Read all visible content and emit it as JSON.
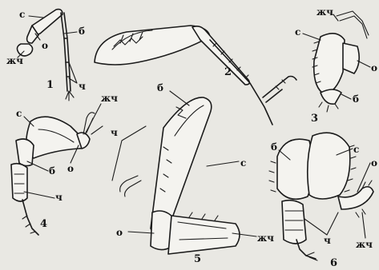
{
  "labels": {
    "c": "с",
    "b": "б",
    "o": "о",
    "zhch": "жч",
    "ch": "ч"
  },
  "figures": [
    "1",
    "2",
    "3",
    "4",
    "5",
    "6"
  ]
}
